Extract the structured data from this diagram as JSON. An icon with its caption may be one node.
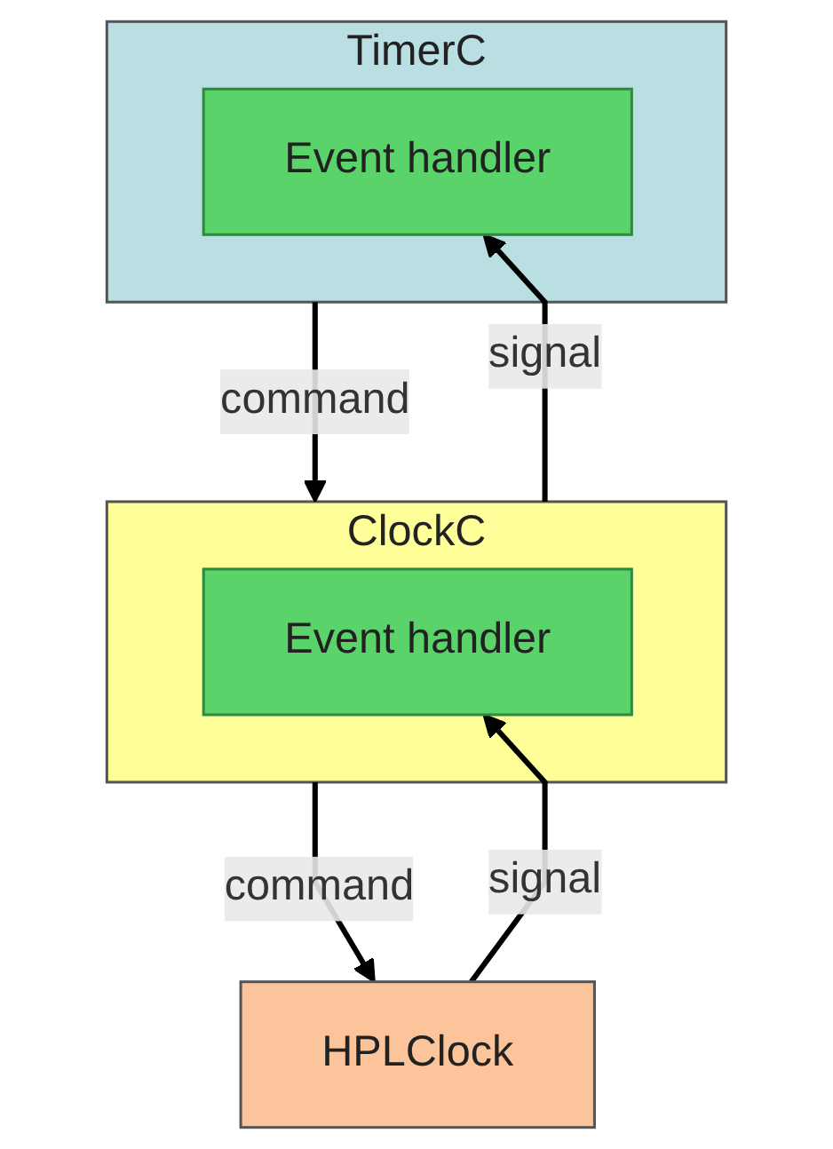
{
  "diagram": {
    "nodes": [
      {
        "text": [
          "TimerC"
        ]
      },
      {
        "text": [
          "Event handler"
        ],
        "in": 0
      },
      {
        "text": [
          "ClockC"
        ]
      },
      {
        "text": [
          "Event handler"
        ],
        "in": 2
      },
      {
        "text": [
          "HPLClock"
        ]
      }
    ],
    "edges": [
      {
        "from": 2,
        "to": 1,
        "arrow": "to",
        "label": "signal"
      },
      {
        "from": 0,
        "to": 2,
        "arrow": "to",
        "label": "command"
      },
      {
        "from": 4,
        "to": 3,
        "arrow": "to",
        "label": "signal"
      },
      {
        "from": 2,
        "to": 4,
        "arrow": "to",
        "label": "command"
      }
    ]
  }
}
